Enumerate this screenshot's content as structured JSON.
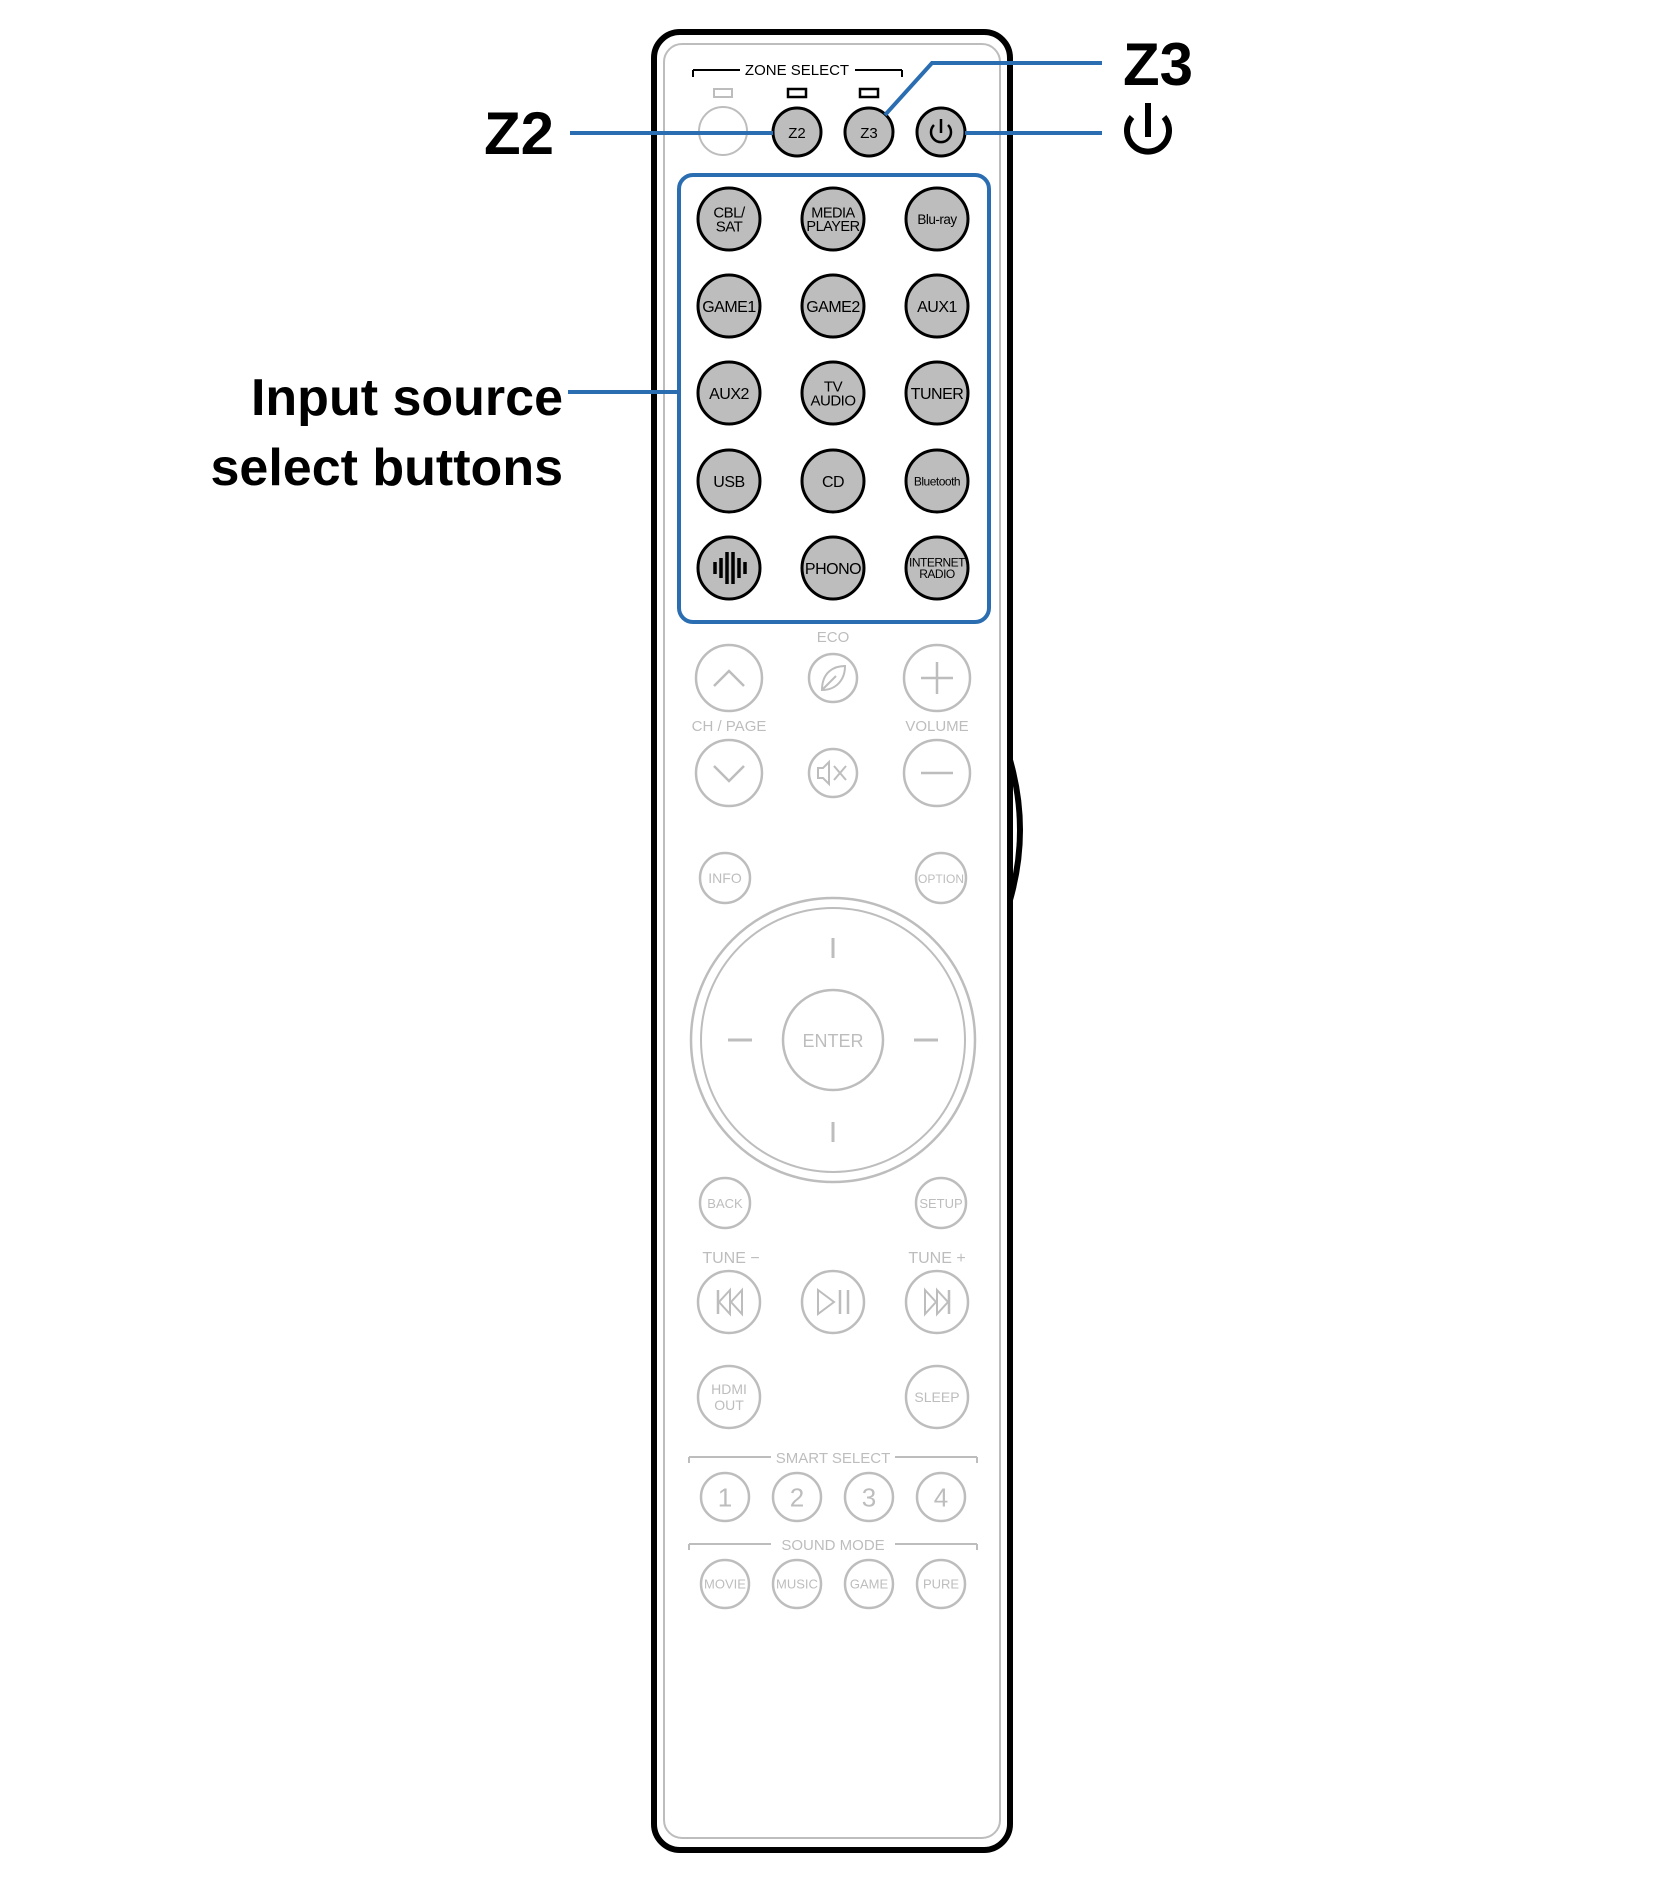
{
  "callouts": {
    "z2": "Z2",
    "z3": "Z3",
    "power_icon": "power-icon",
    "input_line1": "Input source",
    "input_line2": "select buttons"
  },
  "accent": "#2a6db1",
  "remote": {
    "zone_select": "ZONE SELECT",
    "zone_buttons": [
      "Z2",
      "Z3"
    ],
    "input_buttons": [
      [
        "CBL/",
        "SAT"
      ],
      [
        "MEDIA",
        "PLAYER"
      ],
      [
        "Blu-ray"
      ],
      [
        "GAME1"
      ],
      [
        "GAME2"
      ],
      [
        "AUX1"
      ],
      [
        "AUX2"
      ],
      [
        "TV",
        "AUDIO"
      ],
      [
        "TUNER"
      ],
      [
        "USB"
      ],
      [
        "CD"
      ],
      [
        "Bluetooth"
      ],
      [
        "heos-icon"
      ],
      [
        "PHONO"
      ],
      [
        "INTERNET",
        "RADIO"
      ]
    ],
    "eco": "ECO",
    "ch_page": "CH / PAGE",
    "volume": "VOLUME",
    "info": "INFO",
    "option": "OPTION",
    "enter": "ENTER",
    "back": "BACK",
    "setup": "SETUP",
    "tune_minus": "TUNE −",
    "tune_plus": "TUNE +",
    "hdmi_out": [
      "HDMI",
      "OUT"
    ],
    "sleep": "SLEEP",
    "smart_select": "SMART SELECT",
    "smart_buttons": [
      "1",
      "2",
      "3",
      "4"
    ],
    "sound_mode": "SOUND MODE",
    "sound_buttons": [
      "MOVIE",
      "MUSIC",
      "GAME",
      "PURE"
    ]
  }
}
